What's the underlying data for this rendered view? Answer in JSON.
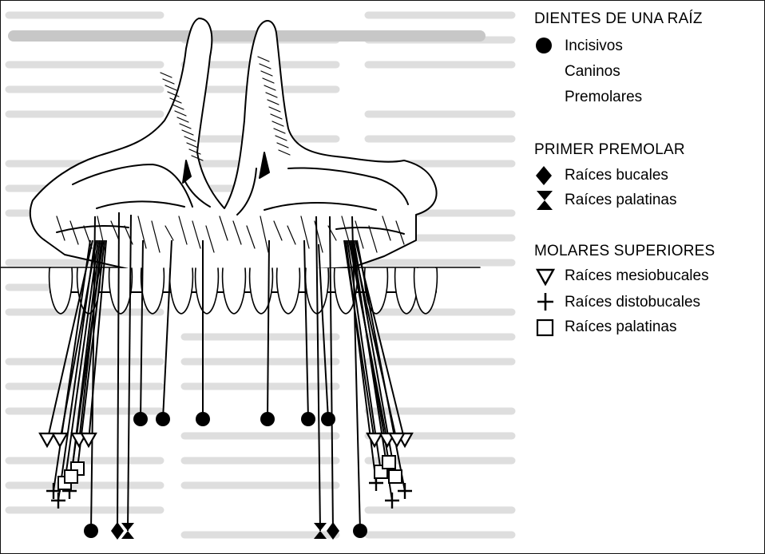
{
  "legend": {
    "single_root": {
      "heading": "DIENTES DE UNA RAÍZ",
      "items": [
        {
          "label": "Incisivos",
          "symbol": "filled-circle"
        },
        {
          "label": "Caninos",
          "symbol": ""
        },
        {
          "label": "Premolares",
          "symbol": ""
        }
      ]
    },
    "first_premolar": {
      "heading": "PRIMER PREMOLAR",
      "items": [
        {
          "label": "Raíces bucales",
          "symbol": "filled-diamond"
        },
        {
          "label": "Raíces palatinas",
          "symbol": "filled-hourglass"
        }
      ]
    },
    "upper_molars": {
      "heading": "MOLARES SUPERIORES",
      "items": [
        {
          "label": "Raíces mesiobucales",
          "symbol": "open-triangle-down"
        },
        {
          "label": "Raíces distobucales",
          "symbol": "plus-cross"
        },
        {
          "label": "Raíces palatinas",
          "symbol": "open-square"
        }
      ]
    }
  },
  "colors": {
    "ink": "#000000",
    "paper": "#ffffff",
    "bleed_text": "#b9b9b9"
  }
}
